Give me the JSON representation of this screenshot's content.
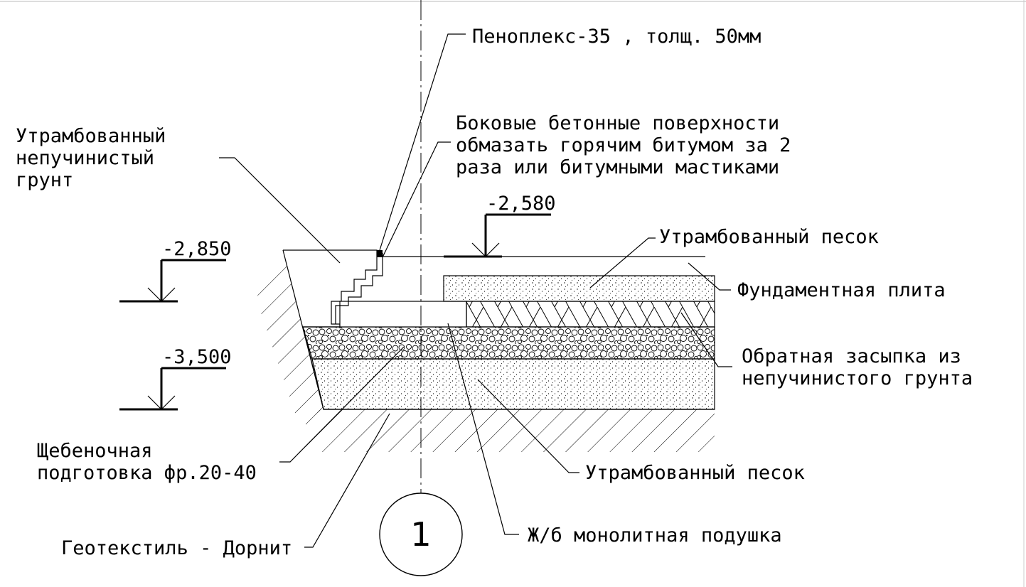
{
  "labels": {
    "penoplex": "Пеноплекс-35 , толщ. 50мм",
    "bitumen_1": "Боковые бетонные поверхности",
    "bitumen_2": "обмазать горячим битумом за 2",
    "bitumen_3": "раза или битумными мастиками",
    "soil_1": "Утрамбованный",
    "soil_2": "непучинистый",
    "soil_3": "грунт",
    "sand_top": "Утрамбованный песок",
    "foundation_slab": "Фундаментная плита",
    "backfill_1": "Обратная засыпка из",
    "backfill_2": "непучинистого грунта",
    "gravel_1": "Щебеночная",
    "gravel_2": "подготовка фр.20-40",
    "sand_bottom": "Утрамбованный песок",
    "rc_pad": "Ж/б монолитная подушка",
    "geotextile": "Геотекстиль - Дорнит"
  },
  "levels": {
    "top_slab": "-2,580",
    "ground": "-2,850",
    "bottom": "-3,500"
  },
  "section_number": "1"
}
